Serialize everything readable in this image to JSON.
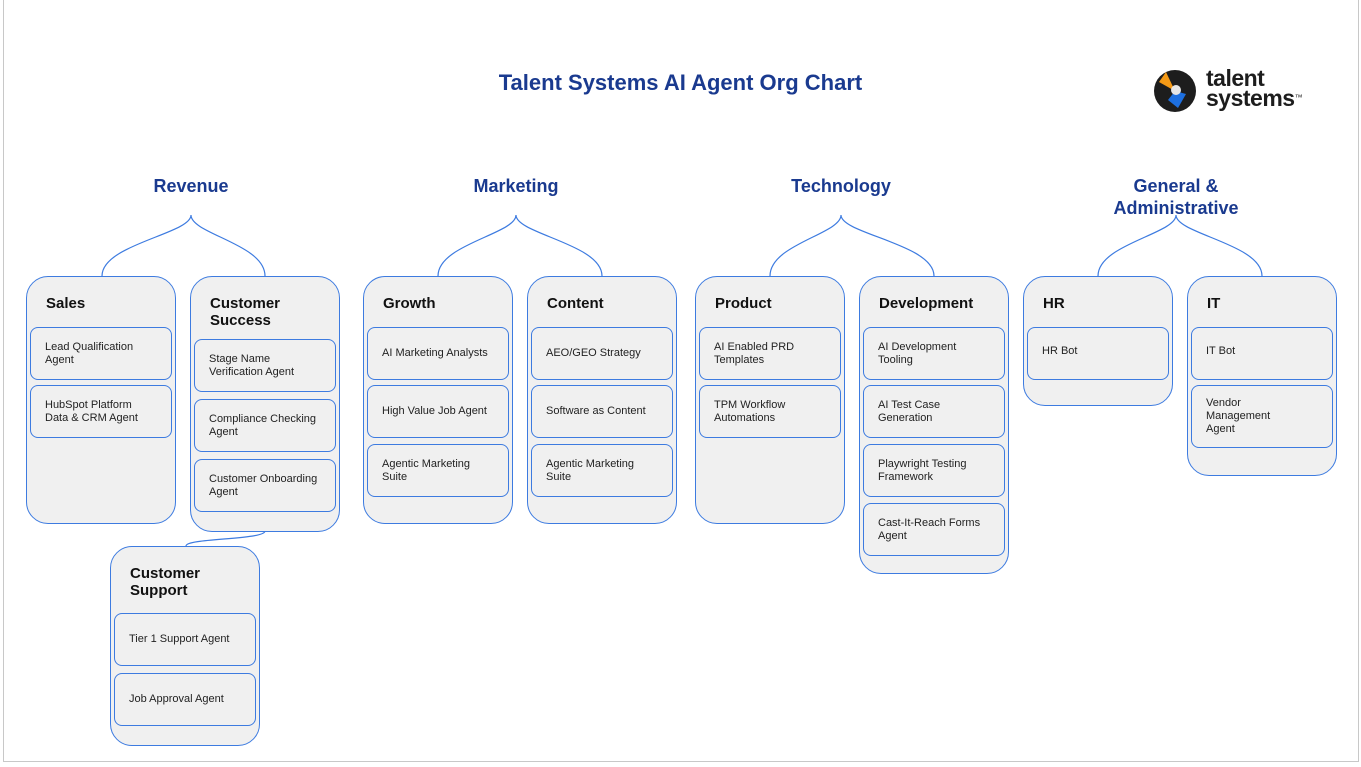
{
  "title": "Talent Systems AI Agent Org Chart",
  "logo": {
    "line1": "talent",
    "line2": "systems",
    "mark": "™"
  },
  "colors": {
    "title": "#1a3a8f",
    "border": "#3d7be0",
    "card_bg": "#f0f0f0",
    "logo_orange": "#f59a16",
    "logo_blue": "#1d6fe0",
    "logo_dark": "#1d1d1d"
  },
  "departments": [
    {
      "name": "Revenue",
      "teams": [
        {
          "name": "Sales",
          "agents": [
            "Lead Qualification Agent",
            "HubSpot Platform Data & CRM Agent"
          ]
        },
        {
          "name": "Customer Success",
          "agents": [
            "Stage Name Verification Agent",
            "Compliance Checking Agent",
            "Customer Onboarding Agent"
          ]
        },
        {
          "name": "Customer Support",
          "agents": [
            "Tier 1 Support Agent",
            "Job Approval Agent"
          ]
        }
      ]
    },
    {
      "name": "Marketing",
      "teams": [
        {
          "name": "Growth",
          "agents": [
            "AI Marketing Analysts",
            "High Value Job Agent",
            "Agentic Marketing Suite"
          ]
        },
        {
          "name": "Content",
          "agents": [
            "AEO/GEO Strategy",
            "Software as Content",
            "Agentic Marketing Suite"
          ]
        }
      ]
    },
    {
      "name": "Technology",
      "teams": [
        {
          "name": "Product",
          "agents": [
            "AI Enabled PRD Templates",
            "TPM Workflow Automations"
          ]
        },
        {
          "name": "Development",
          "agents": [
            "AI Development Tooling",
            "AI Test Case Generation",
            "Playwright Testing Framework",
            "Cast-It-Reach Forms Agent"
          ]
        }
      ]
    },
    {
      "name": "General & Administrative",
      "teams": [
        {
          "name": "HR",
          "agents": [
            "HR Bot"
          ]
        },
        {
          "name": "IT",
          "agents": [
            "IT Bot",
            "Vendor Management Agent"
          ]
        }
      ]
    }
  ]
}
